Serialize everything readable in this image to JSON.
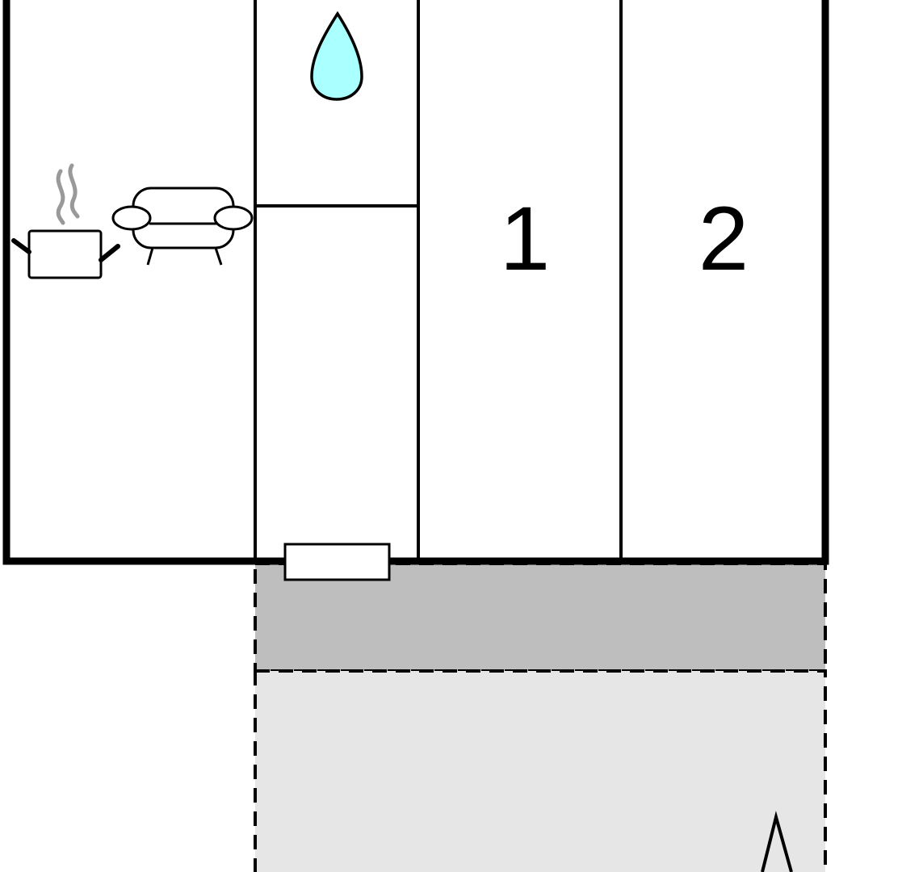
{
  "rooms": [
    {
      "id": "living-kitchen",
      "icons": [
        "cooking-pot-icon",
        "sofa-icon"
      ]
    },
    {
      "id": "bathroom",
      "icons": [
        "water-drop-icon"
      ]
    },
    {
      "id": "hall"
    },
    {
      "id": "bedroom-1",
      "label": "1"
    },
    {
      "id": "bedroom-2",
      "label": "2"
    }
  ],
  "outdoor": {
    "terrace": {
      "style": "dashed-outline",
      "fill": "#bebebe"
    },
    "garden": {
      "style": "dashed-outline",
      "fill": "#e6e6e6"
    }
  },
  "entrance": {
    "icon": "door-icon"
  },
  "compass": {
    "icon": "north-arrow-icon"
  },
  "colors": {
    "wall": "#000000",
    "terrace": "#bebebe",
    "garden": "#e6e6e6",
    "water": "#aaffff",
    "steam": "#999999"
  }
}
